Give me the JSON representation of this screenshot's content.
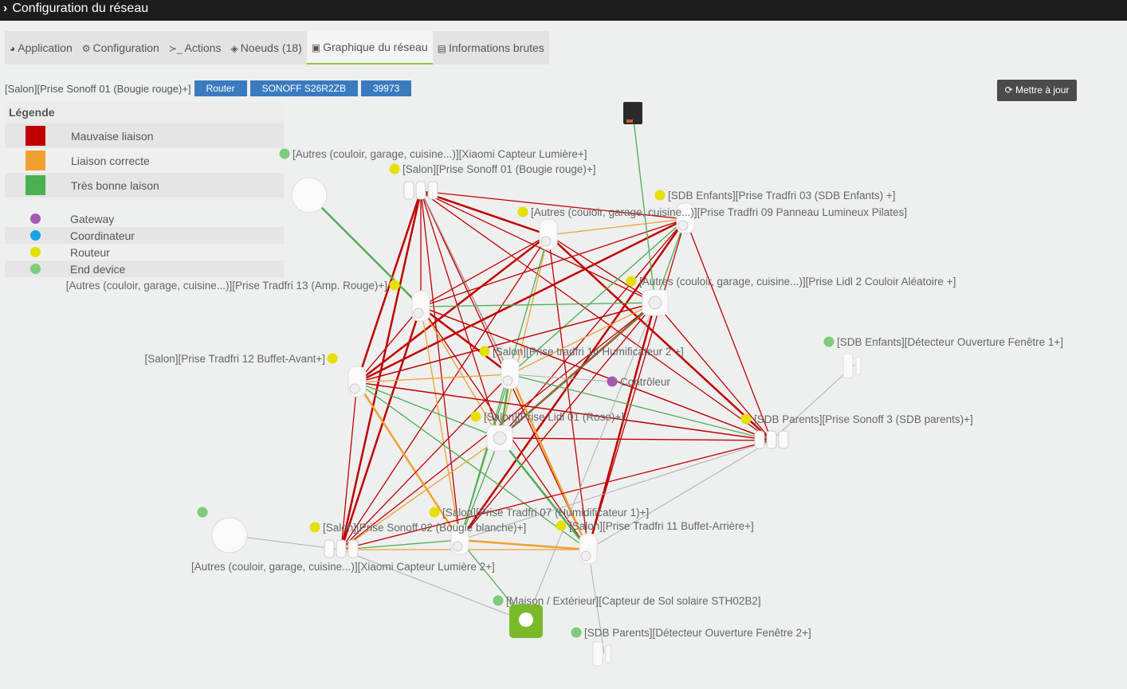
{
  "header": {
    "title": "Configuration du réseau"
  },
  "tabs": [
    {
      "icon": "dashboard-icon",
      "glyph": "◕",
      "label": "Application"
    },
    {
      "icon": "gears-icon",
      "glyph": "⚙",
      "label": "Configuration"
    },
    {
      "icon": "terminal-icon",
      "glyph": "≻_",
      "label": "Actions"
    },
    {
      "icon": "nodes-icon",
      "glyph": "◈",
      "label": "Noeuds (18)"
    },
    {
      "icon": "image-icon",
      "glyph": "▣",
      "label": "Graphique du réseau",
      "active": true
    },
    {
      "icon": "list-icon",
      "glyph": "▤",
      "label": "Informations brutes"
    }
  ],
  "selected": {
    "name": "[Salon][Prise Sonoff 01 (Bougie rouge)+]",
    "badges": [
      "Router",
      "SONOFF S26R2ZB",
      "39973"
    ]
  },
  "update_button": "Mettre à jour",
  "legend": {
    "title": "Légende",
    "links": [
      {
        "label": "Mauvaise liaison",
        "color": "#c00000"
      },
      {
        "label": "Liaison correcte",
        "color": "#f0a030"
      },
      {
        "label": "Très bonne laison",
        "color": "#4caf50"
      }
    ],
    "types": [
      {
        "label": "Gateway",
        "color": "#a55ab0"
      },
      {
        "label": "Coordinateur",
        "color": "#1aa3e8"
      },
      {
        "label": "Routeur",
        "color": "#e5e000"
      },
      {
        "label": "End device",
        "color": "#7ccc7c"
      }
    ]
  },
  "nodes": [
    {
      "label": "[Autres (couloir, garage, cuisine...)][Xiaomi Capteur Lumière+]",
      "type": "End device",
      "device": "round-sensor"
    },
    {
      "label": "[Salon][Prise Sonoff 01 (Bougie rouge)+]",
      "type": "Routeur",
      "device": "sonoff"
    },
    {
      "label": "[SDB Enfants][Prise Tradfri 03 (SDB Enfants) +]",
      "type": "Routeur",
      "device": "plug"
    },
    {
      "label": "[Autres (couloir, garage, cuisine...)][Prise Tradfri 09 Panneau Lumineux Pilates]",
      "type": "Routeur",
      "device": "plug"
    },
    {
      "label": "[Autres (couloir, garage, cuisine...)][Prise Tradfri 13 (Amp. Rouge)+]",
      "type": "Routeur",
      "device": "plug"
    },
    {
      "label": "[Autres (couloir, garage, cuisine...)][Prise Lidl 2 Couloir Aléatoire +]",
      "type": "Routeur",
      "device": "lidl"
    },
    {
      "label": "[SDB Enfants][Détecteur Ouverture Fenêtre 1+]",
      "type": "End device",
      "device": "door"
    },
    {
      "label": "[Salon][Prise Tradfri 12 Buffet-Avant+]",
      "type": "Routeur",
      "device": "plug"
    },
    {
      "label": "[Salon][Prise tradfri 14 Humificateur 2 +]",
      "type": "Routeur",
      "device": "plug"
    },
    {
      "label": "Contrôleur",
      "type": "Gateway",
      "device": "none"
    },
    {
      "label": "[Salon][Prise Lidl 01 (Rose)+]",
      "type": "Routeur",
      "device": "lidl"
    },
    {
      "label": "[SDB Parents][Prise Sonoff 3 (SDB parents)+]",
      "type": "Routeur",
      "device": "sonoff"
    },
    {
      "label": "[Autres (couloir, garage, cuisine...)][Xiaomi Capteur Lumière 2+]",
      "type": "End device",
      "device": "round-sensor"
    },
    {
      "label": "[Salon][Prise Tradfri 07 (Humidificateur 1)+]",
      "type": "Routeur",
      "device": "plug"
    },
    {
      "label": "[Salon][Prise Sonoff 02 (Bougie blanche)+]",
      "type": "Routeur",
      "device": "sonoff"
    },
    {
      "label": "[Salon][Prise Tradfri 11 Buffet-Arrière+]",
      "type": "Routeur",
      "device": "plug"
    },
    {
      "label": "[Maison / Extérieur][Capteur de Sol solaire STH02B2]",
      "type": "End device",
      "device": "green-box"
    },
    {
      "label": "[SDB Parents][Détecteur Ouverture Fenêtre 2+]",
      "type": "End device",
      "device": "door"
    }
  ],
  "links": [
    [
      1,
      3,
      "bad"
    ],
    [
      1,
      2,
      "bad"
    ],
    [
      1,
      5,
      "bad"
    ],
    [
      1,
      4,
      "bad"
    ],
    [
      1,
      7,
      "bad"
    ],
    [
      1,
      8,
      "bad"
    ],
    [
      1,
      10,
      "bad"
    ],
    [
      1,
      13,
      "bad"
    ],
    [
      1,
      14,
      "bad"
    ],
    [
      1,
      15,
      "bad"
    ],
    [
      1,
      11,
      "bad"
    ],
    [
      1,
      8,
      "none"
    ],
    [
      0,
      4,
      "good"
    ],
    [
      3,
      2,
      "ok"
    ],
    [
      3,
      4,
      "bad"
    ],
    [
      3,
      5,
      "bad"
    ],
    [
      3,
      7,
      "bad"
    ],
    [
      3,
      10,
      "ok"
    ],
    [
      3,
      13,
      "good"
    ],
    [
      3,
      15,
      "bad"
    ],
    [
      3,
      11,
      "bad"
    ],
    [
      3,
      14,
      "bad"
    ],
    [
      2,
      4,
      "bad"
    ],
    [
      2,
      5,
      "good"
    ],
    [
      2,
      7,
      "bad"
    ],
    [
      2,
      8,
      "good"
    ],
    [
      2,
      10,
      "bad"
    ],
    [
      2,
      11,
      "bad"
    ],
    [
      2,
      13,
      "bad"
    ],
    [
      2,
      15,
      "bad"
    ],
    [
      4,
      5,
      "good"
    ],
    [
      4,
      7,
      "bad"
    ],
    [
      4,
      8,
      "bad"
    ],
    [
      4,
      10,
      "ok"
    ],
    [
      4,
      11,
      "bad"
    ],
    [
      4,
      13,
      "ok"
    ],
    [
      4,
      14,
      "bad"
    ],
    [
      4,
      15,
      "bad"
    ],
    [
      5,
      7,
      "bad"
    ],
    [
      5,
      8,
      "ok"
    ],
    [
      5,
      10,
      "bad"
    ],
    [
      5,
      11,
      "bad"
    ],
    [
      5,
      13,
      "bad"
    ],
    [
      5,
      14,
      "bad"
    ],
    [
      5,
      15,
      "bad"
    ],
    [
      7,
      8,
      "ok"
    ],
    [
      7,
      10,
      "good"
    ],
    [
      7,
      11,
      "bad"
    ],
    [
      7,
      13,
      "ok"
    ],
    [
      7,
      14,
      "bad"
    ],
    [
      7,
      15,
      "good"
    ],
    [
      7,
      5,
      "bad"
    ],
    [
      8,
      10,
      "good"
    ],
    [
      8,
      11,
      "good"
    ],
    [
      8,
      13,
      "good"
    ],
    [
      8,
      14,
      "bad"
    ],
    [
      8,
      15,
      "ok"
    ],
    [
      10,
      11,
      "bad"
    ],
    [
      10,
      13,
      "good"
    ],
    [
      10,
      14,
      "ok"
    ],
    [
      10,
      15,
      "good"
    ],
    [
      10,
      5,
      "good"
    ],
    [
      11,
      13,
      "none"
    ],
    [
      11,
      14,
      "bad"
    ],
    [
      11,
      15,
      "none"
    ],
    [
      11,
      7,
      "bad"
    ],
    [
      11,
      4,
      "bad"
    ],
    [
      13,
      14,
      "good"
    ],
    [
      13,
      15,
      "ok"
    ],
    [
      13,
      16,
      "good"
    ],
    [
      14,
      15,
      "ok"
    ],
    [
      14,
      16,
      "none"
    ],
    [
      15,
      17,
      "none"
    ],
    [
      5,
      16,
      "none"
    ],
    [
      12,
      14,
      "none"
    ],
    [
      6,
      11,
      "none"
    ],
    [
      9,
      8,
      "none"
    ],
    [
      18,
      5,
      "good"
    ]
  ]
}
